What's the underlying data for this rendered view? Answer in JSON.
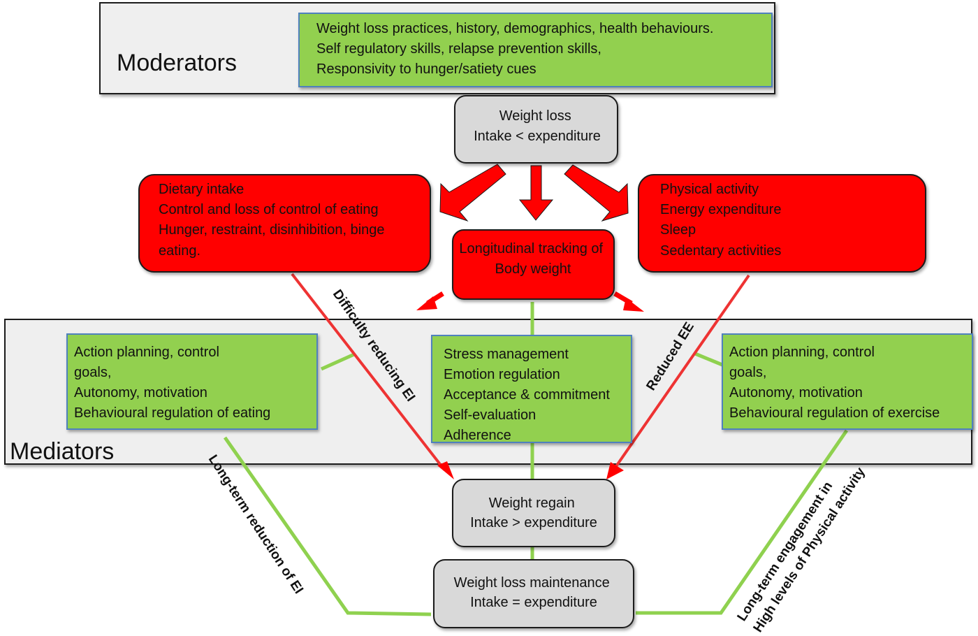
{
  "colors": {
    "region_fill": "#efefef",
    "region_stroke": "#1a1a1a",
    "green_fill": "#92d050",
    "green_stroke": "#4f81bd",
    "red_fill": "#ff0000",
    "grey_fill": "#d9d9d9",
    "red_line": "#ee3333",
    "green_line": "#8fd14f"
  },
  "moderators": {
    "title": "Moderators",
    "lines": [
      "Weight loss practices, history, demographics,  health behaviours.",
      "Self regulatory skills, relapse prevention skills,",
      "Responsivity to hunger/satiety cues"
    ]
  },
  "weight_loss": {
    "lines": [
      "Weight loss",
      "Intake < expenditure"
    ]
  },
  "dietary_intake": {
    "lines": [
      "Dietary intake",
      "Control  and loss of control  of eating",
      "Hunger, restraint, disinhibition, binge",
      "eating."
    ]
  },
  "longitudinal": {
    "lines": [
      "Longitudinal tracking of",
      "Body weight"
    ]
  },
  "physical_activity": {
    "lines": [
      "Physical activity",
      "Energy expenditure",
      "Sleep",
      "Sedentary activities"
    ]
  },
  "mediators": {
    "title": "Mediators",
    "left_box": {
      "lines": [
        "Action  planning, control",
        "goals,",
        "Autonomy,  motivation",
        "Behavioural regulation of eating"
      ]
    },
    "center_box": {
      "lines": [
        "Stress management",
        "Emotion  regulation",
        "Acceptance & commitment",
        "Self-evaluation",
        "Adherence"
      ]
    },
    "right_box": {
      "lines": [
        "Action  planning, control",
        "goals,",
        "Autonomy,  motivation",
        "Behavioural regulation of exercise"
      ]
    }
  },
  "weight_regain": {
    "lines": [
      "Weight regain",
      "Intake > expenditure"
    ]
  },
  "maintenance": {
    "lines": [
      "Weight loss maintenance",
      "Intake = expenditure"
    ]
  },
  "edge_labels": {
    "difficulty": "Difficulty reducing EI",
    "reduced_ee": "Reduced EE",
    "long_term_ei": "Long-term reduction of EI",
    "long_term_pa_1": "Long-term engagement in",
    "long_term_pa_2": "High levels of Physical activity"
  }
}
